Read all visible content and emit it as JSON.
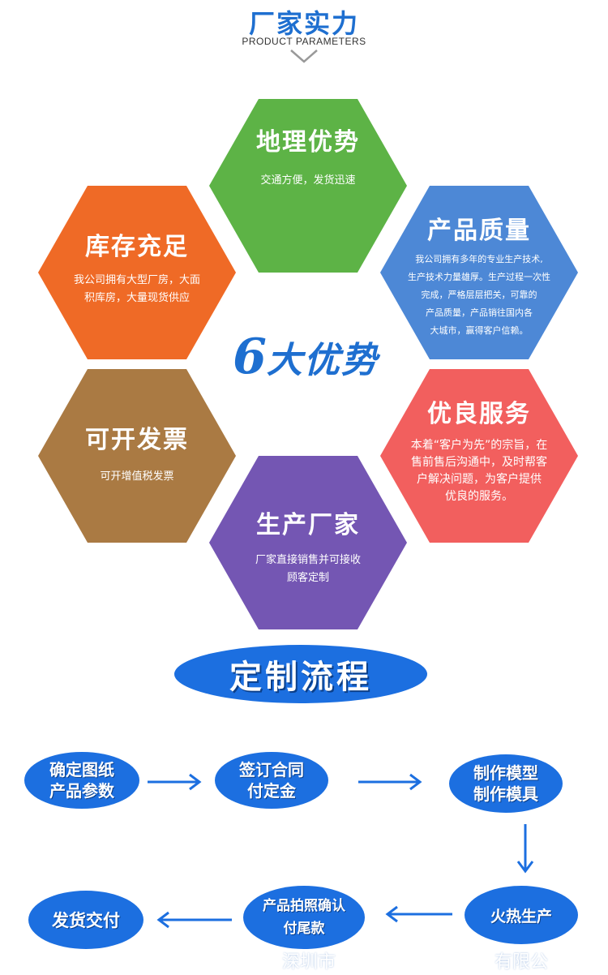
{
  "header": {
    "title": "厂家实力",
    "subtitle": "PRODUCT PARAMETERS"
  },
  "hexagons": {
    "green": {
      "title": "地理优势",
      "desc_lines": [
        "交通方便，发货迅速"
      ],
      "color": "#5db346"
    },
    "orange": {
      "title": "库存充足",
      "desc_lines": [
        "我公司拥有大型厂房，大面",
        "积库房，大量现货供应"
      ],
      "color": "#ef6a26"
    },
    "blue": {
      "title": "产品质量",
      "desc_lines": [
        "我公司拥有多年的专业生产技术,",
        "生产技术力量雄厚。生产过程一次性",
        "完成，严格层层把关，可靠的",
        "产品质量，产品销往国内各",
        "大城市，赢得客户信赖。"
      ],
      "color": "#4d88d6"
    },
    "brown": {
      "title": "可开发票",
      "desc_lines": [
        "可开增值税发票"
      ],
      "color": "#aa7a43"
    },
    "red": {
      "title": "优良服务",
      "desc_lines": [
        "本着“客户为先”的宗旨，在",
        "售前售后沟通中，及时帮客",
        "户解决问题，为客户提供",
        "优良的服务。"
      ],
      "color": "#f25f5e"
    },
    "purple": {
      "title": "生产厂家",
      "desc_lines": [
        "厂家直接销售并可接收",
        "顾客定制"
      ],
      "color": "#7456b3"
    }
  },
  "center": {
    "number": "6",
    "text": "大优势"
  },
  "process": {
    "banner": "定制流程",
    "steps": [
      {
        "lines": [
          "确定图纸",
          "产品参数"
        ]
      },
      {
        "lines": [
          "签订合同",
          "付定金"
        ]
      },
      {
        "lines": [
          "制作模型",
          "制作模具"
        ]
      },
      {
        "lines": [
          "火热生产"
        ]
      },
      {
        "lines": [
          "产品拍照确认",
          "付尾款"
        ]
      },
      {
        "lines": [
          "发货交付"
        ]
      }
    ]
  },
  "watermark": {
    "left": "深圳市",
    "right": "有限公"
  },
  "colors": {
    "accent": "#1e6fd0",
    "bubble": "#1c6fe0"
  }
}
